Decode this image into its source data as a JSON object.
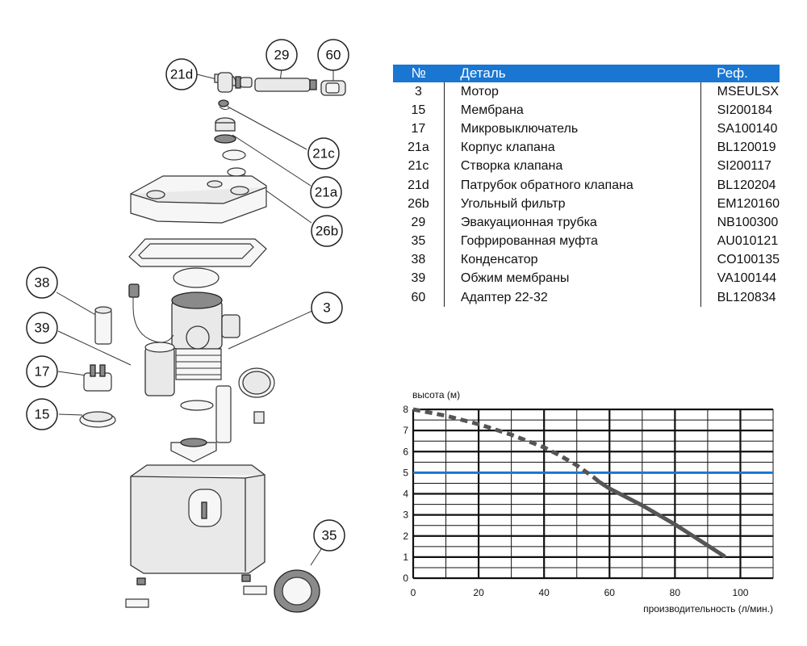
{
  "callouts": [
    {
      "id": "21d",
      "label": "21d"
    },
    {
      "id": "29",
      "label": "29"
    },
    {
      "id": "60",
      "label": "60"
    },
    {
      "id": "21c",
      "label": "21c"
    },
    {
      "id": "21a",
      "label": "21a"
    },
    {
      "id": "26b",
      "label": "26b"
    },
    {
      "id": "38",
      "label": "38"
    },
    {
      "id": "3",
      "label": "3"
    },
    {
      "id": "39",
      "label": "39"
    },
    {
      "id": "17",
      "label": "17"
    },
    {
      "id": "15",
      "label": "15"
    },
    {
      "id": "35",
      "label": "35"
    }
  ],
  "table": {
    "header": {
      "num": "№",
      "name": "Деталь",
      "ref": "Реф."
    },
    "header_color": "#1976d2",
    "rows": [
      {
        "num": "3",
        "name": "Мотор",
        "ref": "MSEULSX"
      },
      {
        "num": "15",
        "name": "Мембрана",
        "ref": "SI200184"
      },
      {
        "num": "17",
        "name": "Микровыключатель",
        "ref": "SA100140"
      },
      {
        "num": "21a",
        "name": "Корпус клапана",
        "ref": "BL120019"
      },
      {
        "num": "21c",
        "name": "Створка клапана",
        "ref": "SI200117"
      },
      {
        "num": "21d",
        "name": "Патрубок обратного клапана",
        "ref": "BL120204"
      },
      {
        "num": "26b",
        "name": "Угольный фильтр",
        "ref": "EM120160"
      },
      {
        "num": "29",
        "name": "Эвакуационная трубка",
        "ref": "NB100300"
      },
      {
        "num": "35",
        "name": "Гофрированная муфта",
        "ref": "AU010121"
      },
      {
        "num": "38",
        "name": "Конденсатор",
        "ref": "CO100135"
      },
      {
        "num": "39",
        "name": "Обжим мембраны",
        "ref": "VA100144"
      },
      {
        "num": "60",
        "name": "Адаптер 22-32",
        "ref": "BL120834"
      }
    ]
  },
  "chart_data": {
    "type": "line",
    "xlabel": "производительность (л/мин.)",
    "ylabel": "высота (м)",
    "xlim": [
      0,
      110
    ],
    "ylim": [
      0,
      8
    ],
    "x_ticks": [
      0,
      20,
      40,
      60,
      80,
      100
    ],
    "y_ticks": [
      0,
      1,
      2,
      3,
      4,
      5,
      6,
      7,
      8
    ],
    "grid": true,
    "series": [
      {
        "style": "dashed",
        "color": "#555555",
        "x": [
          0,
          10,
          20,
          30,
          40,
          45,
          50,
          55,
          57
        ],
        "y": [
          8,
          7.7,
          7.3,
          6.8,
          6.2,
          5.8,
          5.35,
          4.8,
          4.55
        ]
      },
      {
        "style": "solid",
        "color": "#555555",
        "x": [
          57,
          60,
          65,
          70,
          75,
          80,
          85,
          90,
          95
        ],
        "y": [
          4.55,
          4.25,
          3.85,
          3.45,
          3.0,
          2.55,
          2.05,
          1.55,
          1.05
        ]
      }
    ],
    "reference_line": {
      "y": 5,
      "color": "#1976d2"
    }
  }
}
